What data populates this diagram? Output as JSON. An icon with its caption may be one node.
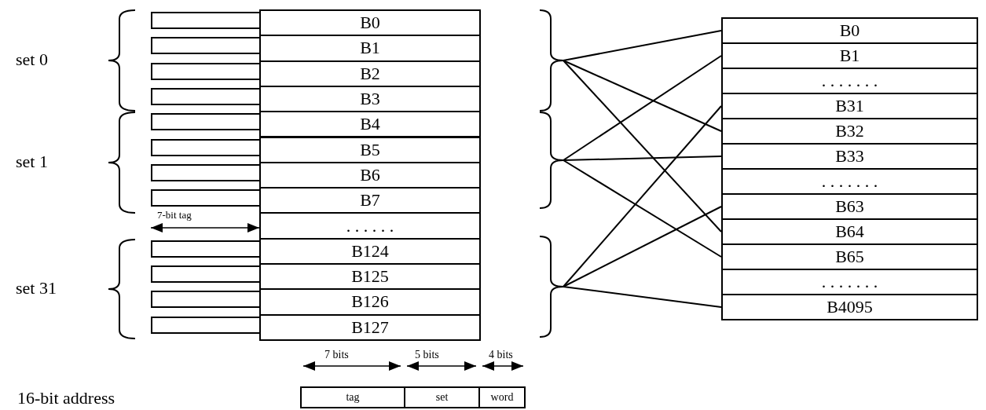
{
  "diagram": {
    "nodes": [
      {
        "text": [
          "set 0"
        ]
      },
      {
        "text": [
          "set 1"
        ]
      },
      {
        "text": [
          "set 31"
        ]
      },
      {
        "text": [],
        "shape": "box"
      },
      {
        "text": [],
        "shape": "box"
      },
      {
        "text": [],
        "shape": "box"
      },
      {
        "text": [],
        "shape": "box"
      },
      {
        "text": [],
        "shape": "box"
      },
      {
        "text": [],
        "shape": "box"
      },
      {
        "text": [],
        "shape": "box"
      },
      {
        "text": [],
        "shape": "box"
      },
      {
        "text": [],
        "shape": "box"
      },
      {
        "text": [],
        "shape": "box"
      },
      {
        "text": [],
        "shape": "box"
      },
      {
        "text": [],
        "shape": "box"
      },
      {
        "text": [
          "B0"
        ]
      },
      {
        "text": [
          "B1"
        ]
      },
      {
        "text": [
          "B2"
        ]
      },
      {
        "text": [
          "B3"
        ]
      },
      {
        "text": [
          "B4"
        ]
      },
      {
        "text": [
          "B5"
        ]
      },
      {
        "text": [
          "B6"
        ]
      },
      {
        "text": [
          "B7"
        ]
      },
      {
        "text": [
          ". . . . . ."
        ]
      },
      {
        "text": [
          "B124"
        ]
      },
      {
        "text": [
          "B125"
        ]
      },
      {
        "text": [
          "B126"
        ]
      },
      {
        "text": [
          "B127"
        ]
      },
      {
        "text": [],
        "shape": "brace"
      },
      {
        "text": [],
        "shape": "brace"
      },
      {
        "text": [],
        "shape": "brace"
      },
      {
        "text": [
          "B0"
        ]
      },
      {
        "text": [
          "B1"
        ]
      },
      {
        "text": [
          ". . . . . . ."
        ]
      },
      {
        "text": [
          "B31"
        ]
      },
      {
        "text": [
          "B32"
        ]
      },
      {
        "text": [
          "B33"
        ]
      },
      {
        "text": [
          ". . . . . . ."
        ]
      },
      {
        "text": [
          "B63"
        ]
      },
      {
        "text": [
          "B64"
        ]
      },
      {
        "text": [
          "B65"
        ]
      },
      {
        "text": [
          ". . . . . . ."
        ]
      },
      {
        "text": [
          "B4095"
        ]
      },
      {
        "text": [
          "tag"
        ]
      },
      {
        "text": [
          "set"
        ]
      },
      {
        "text": [
          "word"
        ]
      }
    ],
    "edges": [
      {
        "from": 28,
        "to": 31,
        "arrow": "none"
      },
      {
        "from": 28,
        "to": 35,
        "arrow": "none"
      },
      {
        "from": 28,
        "to": 39,
        "arrow": "none"
      },
      {
        "from": 29,
        "to": 32,
        "arrow": "none"
      },
      {
        "from": 29,
        "to": 36,
        "arrow": "none"
      },
      {
        "from": 29,
        "to": 40,
        "arrow": "none"
      },
      {
        "from": 30,
        "to": 34,
        "arrow": "none"
      },
      {
        "from": 30,
        "to": 38,
        "arrow": "none"
      },
      {
        "from": 30,
        "to": 42,
        "arrow": "none"
      }
    ],
    "labels": [
      "7-bit tag",
      "7 bits",
      "5 bits",
      "4 bits",
      "16-bit address"
    ]
  }
}
